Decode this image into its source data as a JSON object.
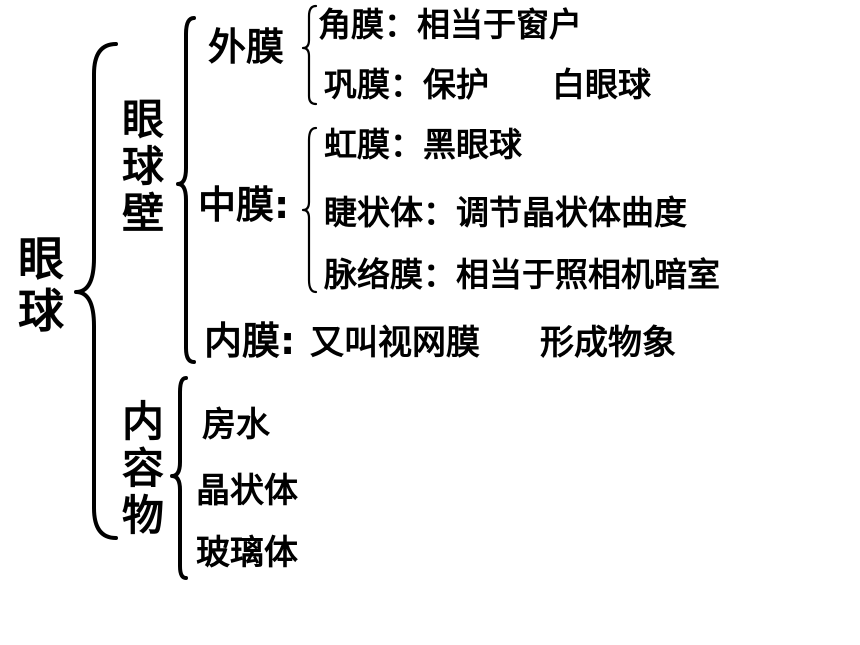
{
  "root": "眼球",
  "wall": {
    "label": "眼球壁",
    "outer": {
      "label": "外膜",
      "items": [
        "角膜：相当于窗户",
        "巩膜：保护",
        "白眼球"
      ]
    },
    "middle": {
      "label": "中膜",
      "colon": ":",
      "items": [
        "虹膜：黑眼球",
        "睫状体：调节晶状体曲度",
        "脉络膜：相当于照相机暗室"
      ]
    },
    "inner": {
      "label": "内膜",
      "colon": ":",
      "text": "又叫视网膜",
      "note": "形成物象"
    }
  },
  "contents": {
    "label": "内容物",
    "items": [
      "房水",
      "晶状体",
      "玻璃体"
    ]
  },
  "colors": {
    "text": "#000000",
    "background": "#ffffff"
  }
}
